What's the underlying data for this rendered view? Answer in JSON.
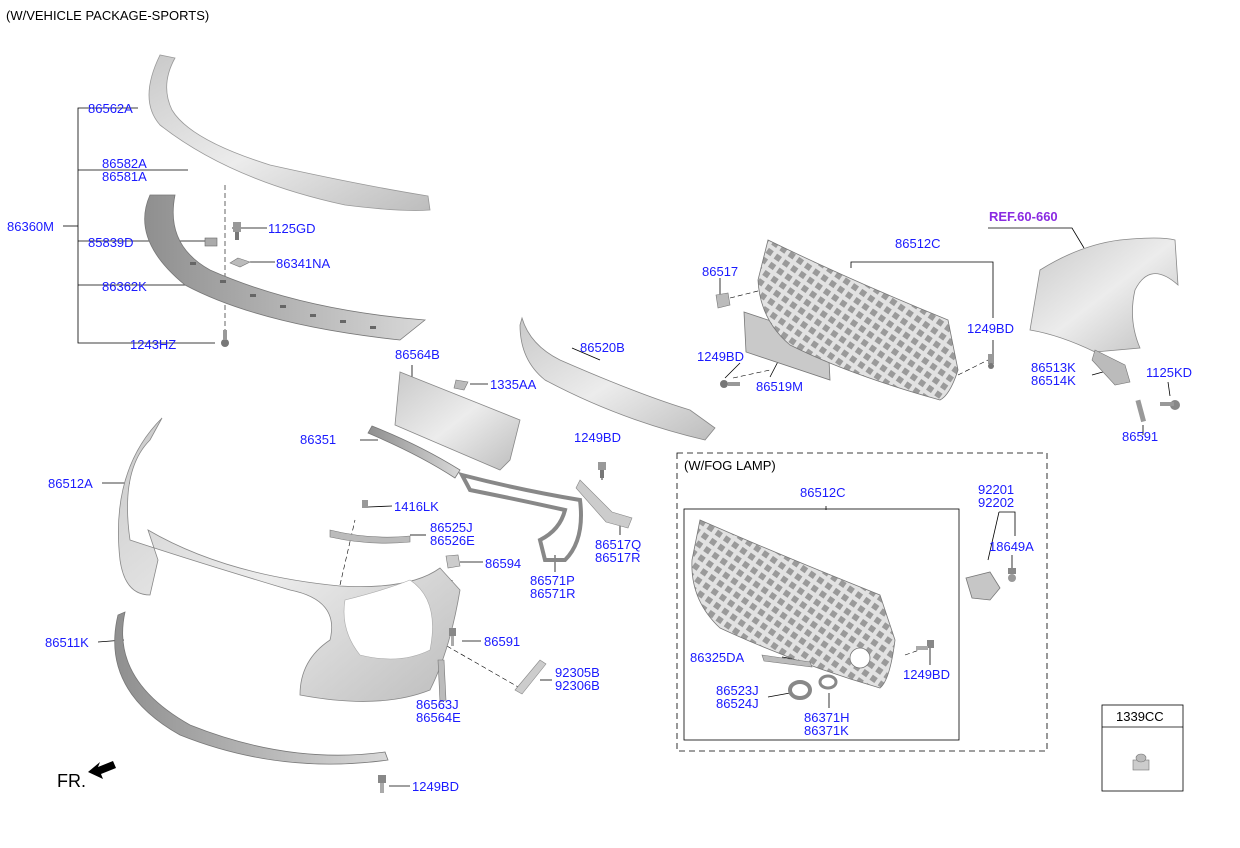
{
  "diagram": {
    "title": "(W/VEHICLE PACKAGE-SPORTS)",
    "direction_label": "FR.",
    "fog_lamp_section_title": "(W/FOG LAMP)",
    "ref_label": "REF.60-660",
    "nut_box_label": "1339CC",
    "part_labels": [
      "86562A",
      "86582A",
      "86581A",
      "86360M",
      "85839D",
      "1125GD",
      "86341NA",
      "86362K",
      "1243HZ",
      "86564B",
      "1335AA",
      "86520B",
      "86517",
      "1249BD",
      "86519M",
      "86512C",
      "86513K",
      "86514K",
      "1125KD",
      "86591",
      "86351",
      "86512A",
      "1416LK",
      "86525J",
      "86526E",
      "86594",
      "86571P",
      "86571R",
      "86517Q",
      "86517R",
      "86511K",
      "92305B",
      "92306B",
      "86563J",
      "86564E",
      "92201",
      "92202",
      "18649A",
      "86325DA",
      "86523J",
      "86524J",
      "86371H",
      "86371K"
    ]
  }
}
